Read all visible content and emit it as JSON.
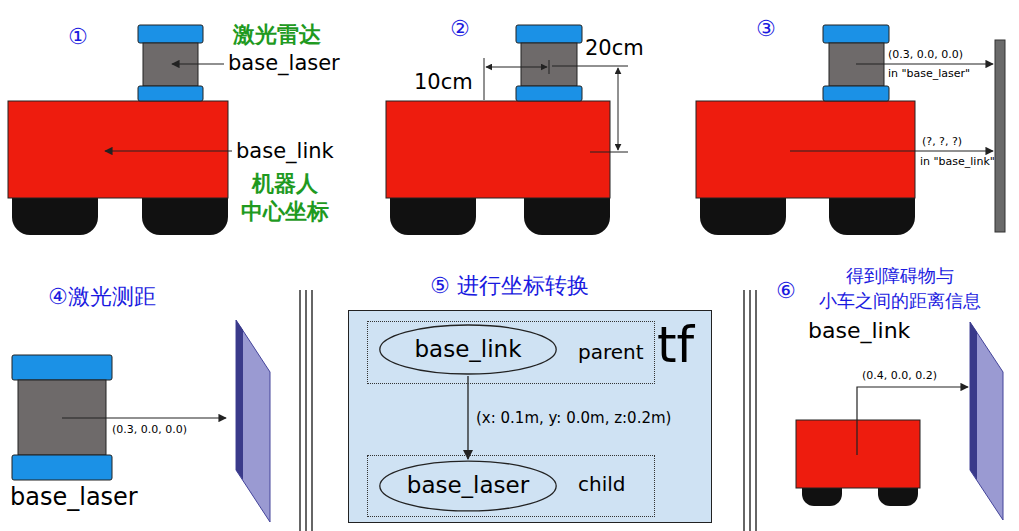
{
  "diagram": {
    "nodes": [
      {
        "text": [
          "tf"
        ]
      },
      {
        "text": [
          "parent"
        ],
        "in": 0
      },
      {
        "text": [
          "base_link"
        ],
        "in": 1
      },
      {
        "text": [
          "child"
        ],
        "in": 0
      },
      {
        "text": [
          "base_laser"
        ],
        "in": 3
      }
    ],
    "edges": [
      {
        "from": 2,
        "to": 4,
        "arrow": "to",
        "label": "(x: 0.1m, y: 0.0m, z:0.2m)"
      }
    ],
    "labels": [
      "①",
      "激光雷达",
      "base_laser",
      "base_link",
      "机器人 中心坐标",
      "②",
      "10cm",
      "20cm",
      "③",
      "(0.3, 0.0, 0.0)",
      "in \"base_laser\"",
      "(?, ?, ?)",
      "in \"base_link\"",
      "④激光测距",
      "(0.3, 0.0, 0.0)",
      "base_laser",
      "⑤ 进行坐标转换",
      "⑥",
      "得到障碍物与 小车之间的距离信息",
      "base_link",
      "(0.4, 0.0, 0.2)"
    ]
  }
}
